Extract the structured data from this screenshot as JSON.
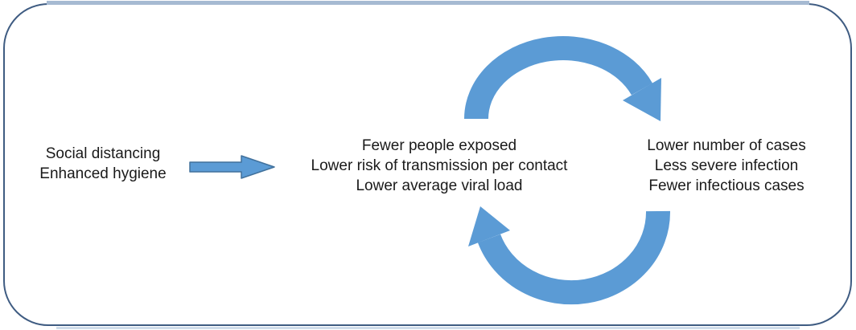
{
  "figure": {
    "interventions": {
      "lines": [
        "Social distancing",
        "Enhanced hygiene"
      ]
    },
    "transmission_effects": {
      "lines": [
        "Fewer people exposed",
        "Lower risk of transmission per contact",
        "Lower average viral load"
      ]
    },
    "outcomes": {
      "lines": [
        "Lower number of cases",
        "Less severe infection",
        "Fewer infectious cases"
      ]
    },
    "arrows": {
      "straight": "right-arrow",
      "cycle_top": "clockwise-arc-arrow-top",
      "cycle_bottom": "clockwise-arc-arrow-bottom"
    },
    "colors": {
      "arrow_fill": "#5b9bd5",
      "arrow_outline": "#41719c",
      "frame_border": "#3f5c82",
      "frame_top_highlight": "#a6bad2",
      "frame_bottom_highlight": "#cfdcea",
      "text": "#1a1a1a",
      "background": "#ffffff"
    }
  }
}
